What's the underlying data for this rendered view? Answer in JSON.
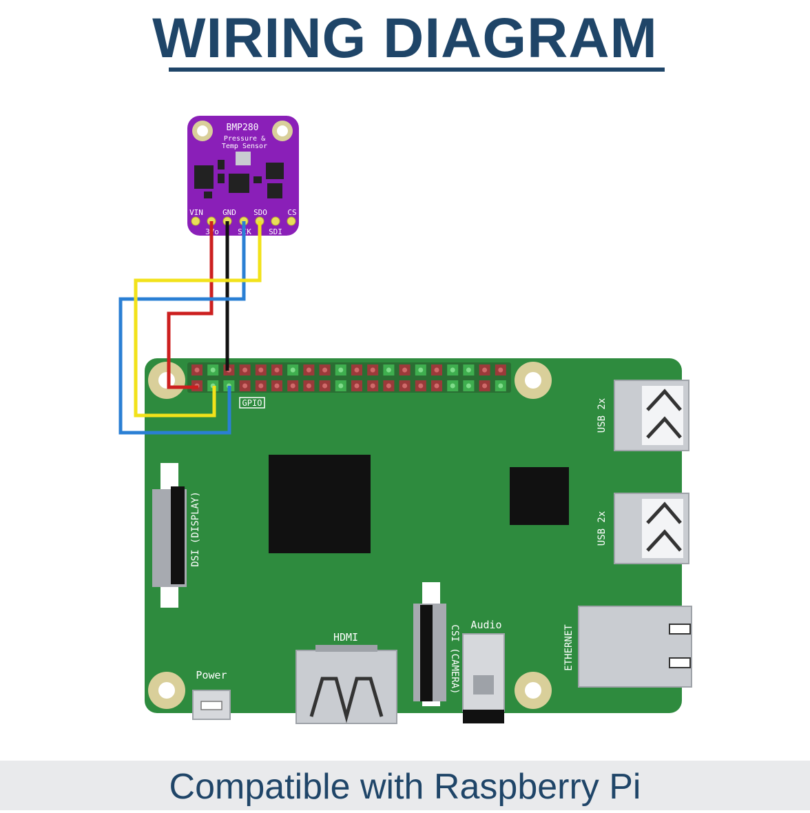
{
  "header": {
    "title": "WIRING DIAGRAM"
  },
  "sensor": {
    "name": "BMP280",
    "desc_line1": "Pressure &",
    "desc_line2": "Temp Sensor",
    "pin_top": {
      "vin": "VIN",
      "gnd": "GND",
      "sdo": "SDO",
      "cs": "CS"
    },
    "pin_bottom": {
      "v3": "3Vo",
      "sck": "SCK",
      "sdi": "SDI"
    }
  },
  "board": {
    "gpio_label": "GPIO",
    "usb_label_1": "USB 2x",
    "usb_label_2": "USB 2x",
    "dsi_label": "DSI (DISPLAY)",
    "csi_label": "CSI (CAMERA)",
    "hdmi_label": "HDMI",
    "audio_label": "Audio",
    "power_label": "Power",
    "ethernet_label": "ETHERNET"
  },
  "wires": {
    "vin": "#cc1f1f",
    "gnd": "#111111",
    "sck": "#2a7fd4",
    "sdo": "#f2e21a"
  },
  "colors": {
    "board": "#2e8b3e",
    "sensor": "#8a1fb8",
    "title": "#1f4568"
  },
  "footer": {
    "text": "Compatible with Raspberry Pi"
  }
}
